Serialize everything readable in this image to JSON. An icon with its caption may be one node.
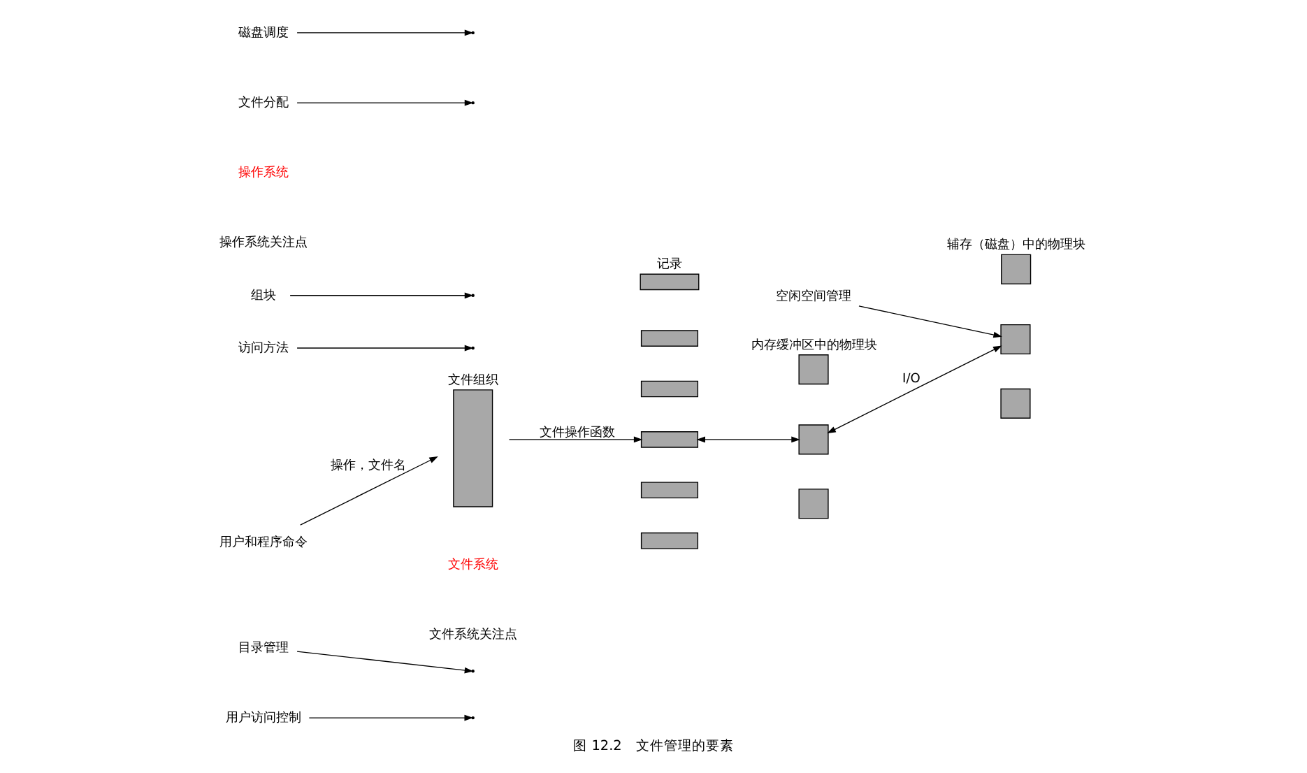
{
  "diagram": {
    "caption": "图 12.2　文件管理的要素",
    "nodes": [
      {
        "text": [
          "用户和程序命令"
        ]
      },
      {
        "text": [
          "目录管理"
        ]
      },
      {
        "text": [
          "文件组织"
        ]
      },
      {
        "text": [
          "访问方法"
        ]
      },
      {
        "text": [
          "记录"
        ]
      },
      {
        "text": [],
        "shape": "box"
      },
      {
        "text": [],
        "shape": "box"
      },
      {
        "text": [],
        "shape": "box"
      },
      {
        "text": [],
        "shape": "box"
      },
      {
        "text": [],
        "shape": "box"
      },
      {
        "text": [
          "组块"
        ]
      },
      {
        "text": [
          "内存缓冲区中的物理块"
        ]
      },
      {
        "text": [
          "辅存（磁盘）中的物理块"
        ]
      },
      {
        "text": [
          "磁盘调度"
        ]
      },
      {
        "text": [],
        "shape": "box"
      },
      {
        "text": [],
        "shape": "box"
      },
      {
        "text": [
          "空闲空间管理"
        ]
      },
      {
        "text": [],
        "shape": "box"
      },
      {
        "text": [
          "文件分配"
        ]
      },
      {
        "text": [],
        "shape": "box"
      },
      {
        "text": [
          "用户访问控制"
        ]
      }
    ],
    "edges": [
      {
        "from": 0,
        "to": 2,
        "arrow": "to",
        "label": "操作，文件名"
      },
      {
        "from": 1,
        "to": null,
        "arrow": "to"
      },
      {
        "from": 20,
        "to": null,
        "arrow": "to"
      },
      {
        "from": 2,
        "to": 7,
        "arrow": "to",
        "label": "文件操作函数"
      },
      {
        "from": 3,
        "to": null,
        "arrow": "to"
      },
      {
        "from": 7,
        "to": 14,
        "arrow": "both"
      },
      {
        "from": 10,
        "to": null,
        "arrow": "to"
      },
      {
        "from": 14,
        "to": 15,
        "arrow": "both",
        "label": "I/O"
      },
      {
        "from": 13,
        "to": null,
        "arrow": "to"
      },
      {
        "from": 18,
        "to": null,
        "arrow": "to"
      },
      {
        "from": 16,
        "to": 15,
        "arrow": "to"
      }
    ],
    "labels": [
      "文件系统",
      "操作系统",
      "文件系统关注点",
      "操作系统关注点"
    ]
  }
}
